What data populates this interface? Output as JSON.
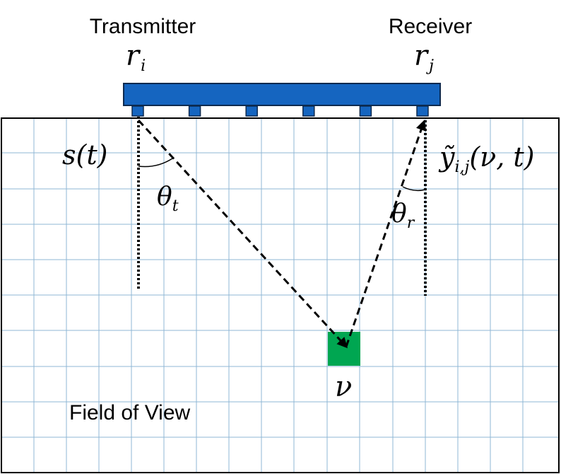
{
  "labels": {
    "transmitter": "Transmitter",
    "receiver": "Receiver",
    "field_of_view": "Field of View"
  },
  "math": {
    "r_i": {
      "base": "r",
      "sub": "i"
    },
    "r_j": {
      "base": "r",
      "sub": "j"
    },
    "s_t": "s(t)",
    "y_tilde": {
      "base": "ỹ",
      "sub": "i,j",
      "args": "(ν, t)"
    },
    "theta_t": {
      "base": "θ",
      "sub": "t"
    },
    "theta_r": {
      "base": "θ",
      "sub": "r"
    },
    "nu": "ν"
  },
  "colors": {
    "array_bar": "#1565C0",
    "array_outline": "#0D2A4F",
    "grid_line": "#8FB7D6",
    "target": "#00A651",
    "border": "#000000"
  },
  "array": {
    "element_count": 6
  }
}
